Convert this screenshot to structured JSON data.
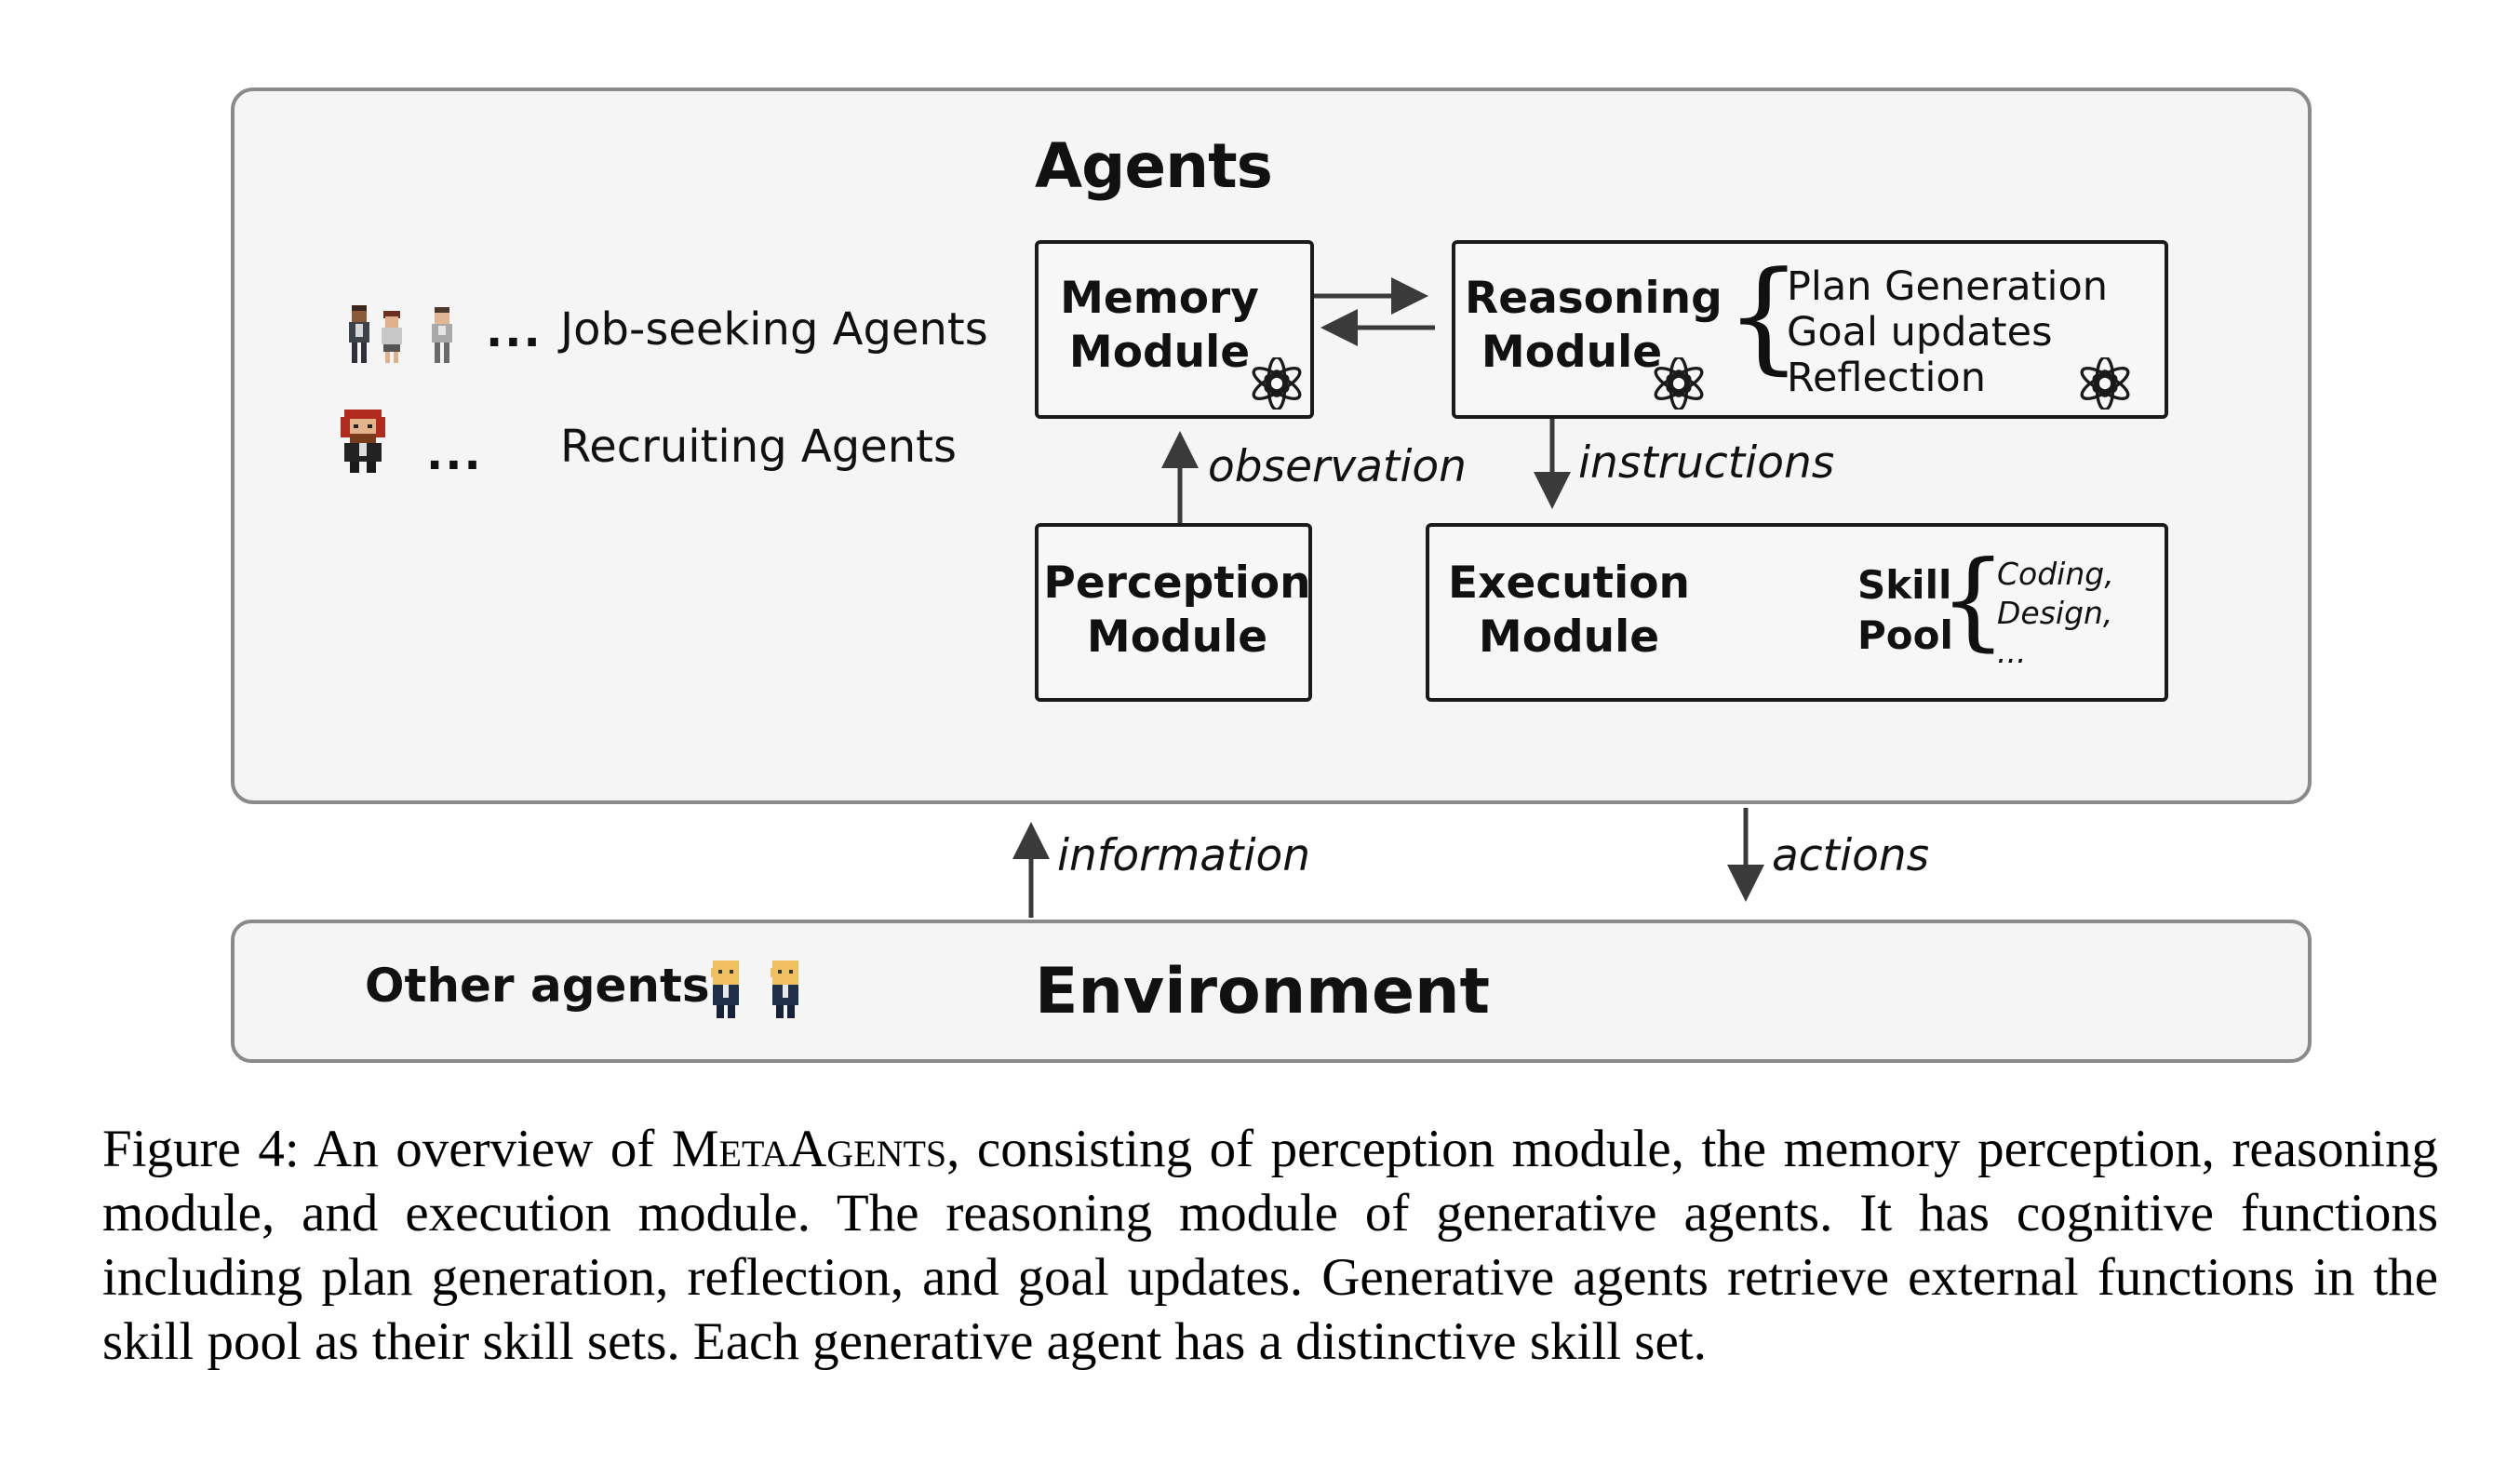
{
  "agents_panel": {
    "title": "Agents",
    "job_seeking_dots": "...",
    "job_seeking_label": "Job-seeking Agents",
    "recruiting_dots": "...",
    "recruiting_label": "Recruiting Agents"
  },
  "modules": {
    "memory": {
      "line1": "Memory",
      "line2": "Module"
    },
    "reasoning": {
      "line1": "Reasoning",
      "line2": "Module",
      "functions": [
        "Plan Generation",
        "Goal updates",
        "Reflection"
      ]
    },
    "perception": {
      "line1": "Perception",
      "line2": "Module"
    },
    "execution": {
      "line1": "Execution",
      "line2": "Module",
      "skill_label_1": "Skill",
      "skill_label_2": "Pool",
      "skills": [
        "Coding,",
        "Design,",
        "..."
      ]
    }
  },
  "edges": {
    "observation": "observation",
    "instructions": "instructions",
    "information": "information",
    "actions": "actions"
  },
  "environment": {
    "title": "Environment",
    "other_agents": "Other agents"
  },
  "icons": {
    "llm": "openai-logo-icon",
    "job_seekers": "pixel-person-icon",
    "recruiter": "pixel-recruiter-icon",
    "other_agent": "pixel-bald-agent-icon"
  },
  "caption": {
    "prefix": "Figure 4: An overview of ",
    "name": "MetaAgents",
    "text": ", consisting of perception module, the memory perception, reasoning module, and execution module. The reasoning module of generative agents. It has cognitive functions including plan generation, reflection, and goal updates. Generative agents retrieve external functions in the skill pool as their skill sets. Each generative agent has a distinctive skill set."
  }
}
